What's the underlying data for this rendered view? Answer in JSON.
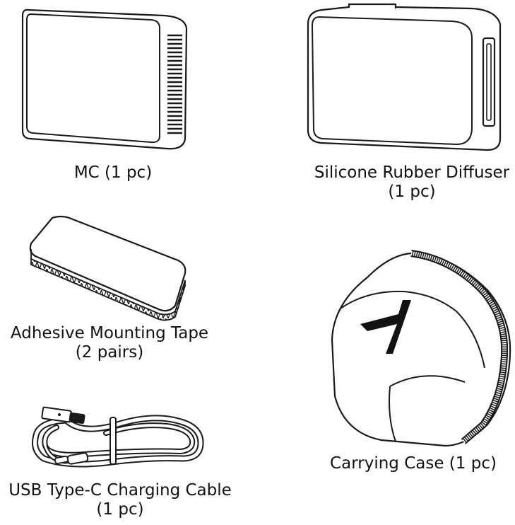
{
  "items": [
    {
      "id": "mc",
      "line1": "MC (1 pc)",
      "line2": ""
    },
    {
      "id": "diffuser",
      "line1": "Silicone Rubber Diffuser",
      "line2": "(1 pc)"
    },
    {
      "id": "tape",
      "line1": "Adhesive Mounting Tape",
      "line2": "(2 pairs)"
    },
    {
      "id": "case",
      "line1": "Carrying Case (1 pc)",
      "line2": ""
    },
    {
      "id": "cable",
      "line1": "USB Type-C Charging Cable",
      "line2": "(1 pc)"
    }
  ],
  "colors": {
    "stroke": "#1a1a1a",
    "fill": "#ffffff"
  }
}
